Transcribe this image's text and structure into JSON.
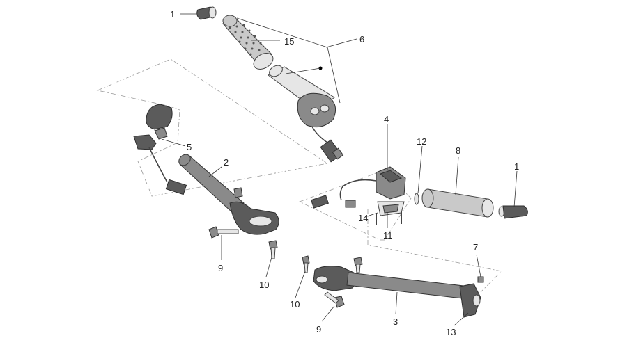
{
  "callouts": [
    {
      "id": "c1a",
      "text": "1"
    },
    {
      "id": "c15",
      "text": "15"
    },
    {
      "id": "c6",
      "text": "6"
    },
    {
      "id": "c4",
      "text": "4"
    },
    {
      "id": "c12",
      "text": "12"
    },
    {
      "id": "c8",
      "text": "8"
    },
    {
      "id": "c1b",
      "text": "1"
    },
    {
      "id": "c5",
      "text": "5"
    },
    {
      "id": "c2",
      "text": "2"
    },
    {
      "id": "c14",
      "text": "14"
    },
    {
      "id": "c11",
      "text": "11"
    },
    {
      "id": "c9a",
      "text": "9"
    },
    {
      "id": "c10a",
      "text": "10"
    },
    {
      "id": "c7",
      "text": "7"
    },
    {
      "id": "c10b",
      "text": "10"
    },
    {
      "id": "c9b",
      "text": "9"
    },
    {
      "id": "c3",
      "text": "3"
    },
    {
      "id": "c13",
      "text": "13"
    }
  ]
}
